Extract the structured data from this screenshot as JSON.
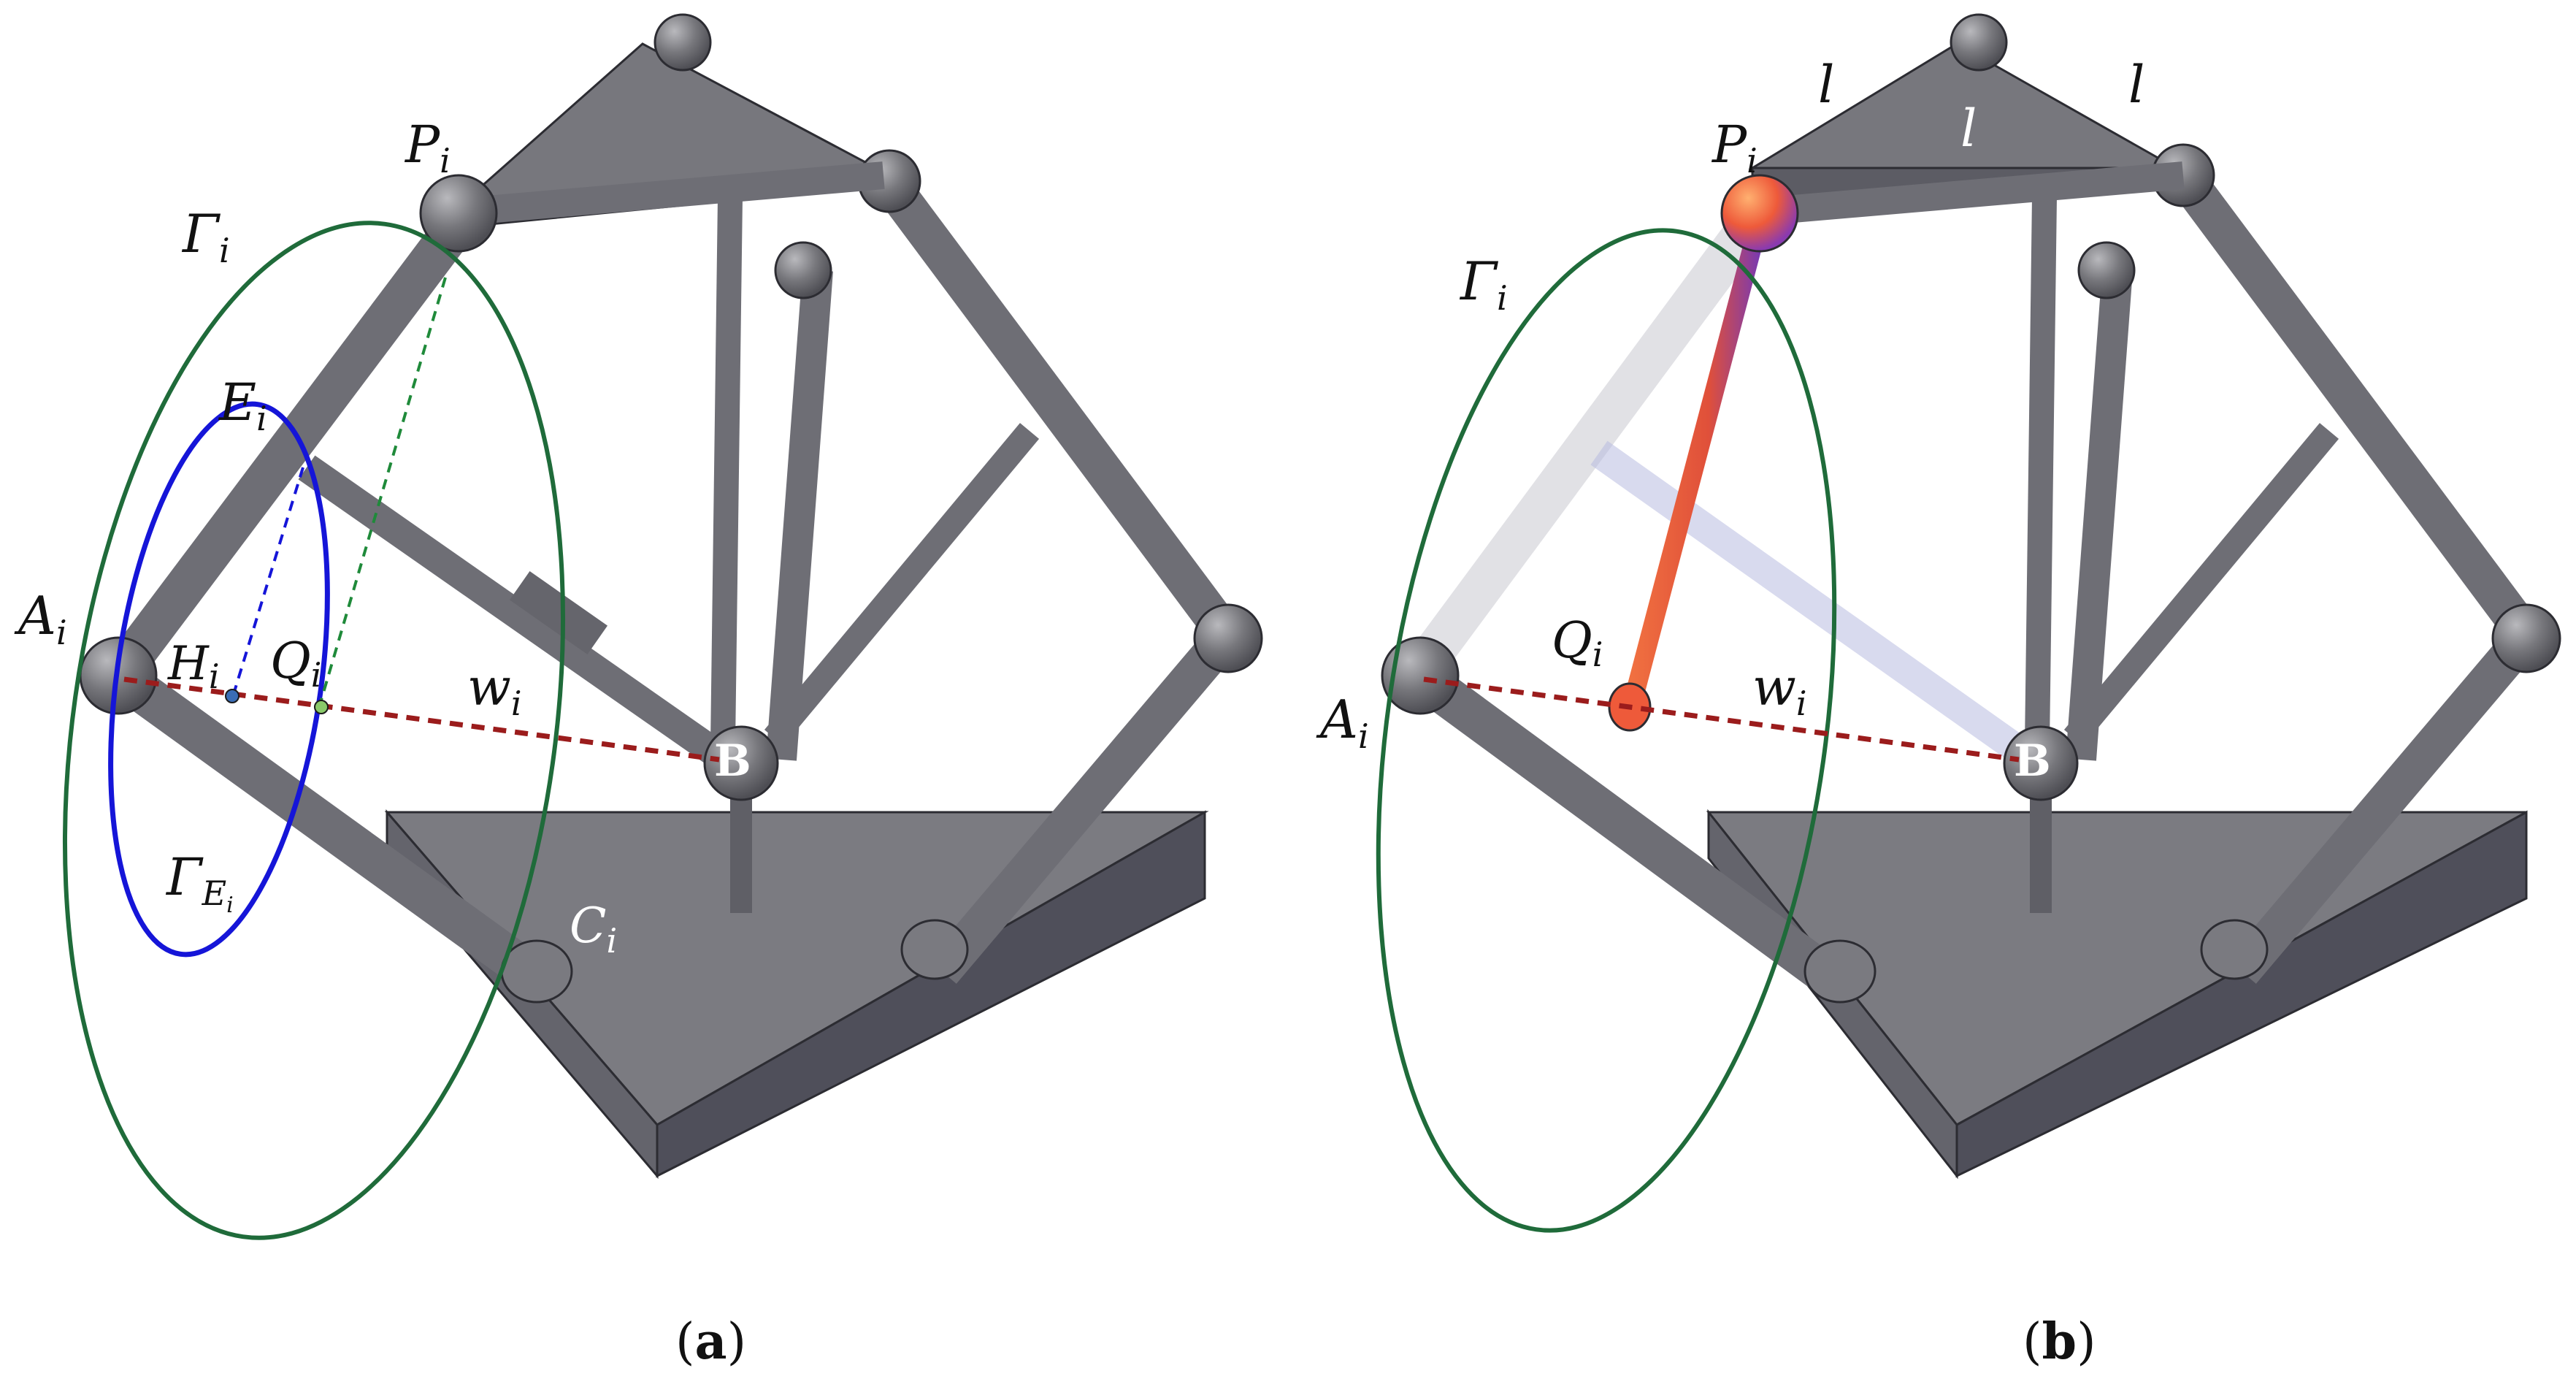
{
  "panels": [
    {
      "caption_open": "(",
      "caption_letter": "a",
      "caption_close": ")",
      "labels": {
        "P": {
          "base": "P",
          "sub": "i"
        },
        "Gamma": {
          "base": "Γ",
          "sub": "i"
        },
        "E": {
          "base": "E",
          "sub": "i"
        },
        "A": {
          "base": "A",
          "sub": "i"
        },
        "H": {
          "base": "H",
          "sub": "i"
        },
        "Q": {
          "base": "Q",
          "sub": "i"
        },
        "w": {
          "base": "w",
          "sub": "i"
        },
        "B": "B",
        "GammaE": {
          "base": "Γ",
          "sub": "E",
          "subsub": "i"
        },
        "C": {
          "base": "C",
          "sub": "i"
        }
      }
    },
    {
      "caption_open": "(",
      "caption_letter": "b",
      "caption_close": ")",
      "labels": {
        "l1": "l",
        "l2": "l",
        "l3": "l",
        "P": {
          "base": "P",
          "sub": "i"
        },
        "Gamma": {
          "base": "Γ",
          "sub": "i"
        },
        "Q": {
          "base": "Q",
          "sub": "i"
        },
        "A": {
          "base": "A",
          "sub": "i"
        },
        "w": {
          "base": "w",
          "sub": "i"
        },
        "B": "B"
      }
    }
  ],
  "colors": {
    "gamma_circle": "#1f6b3a",
    "gamma_E_circle": "#1515d8",
    "w_line": "#9b1c1c",
    "link_gray": "#77777d",
    "platform_top": "#7a7a80",
    "platform_side": "#5d5d66",
    "highlight_orange": "#ee5a3a",
    "highlight_purple": "#7a3ab0"
  }
}
